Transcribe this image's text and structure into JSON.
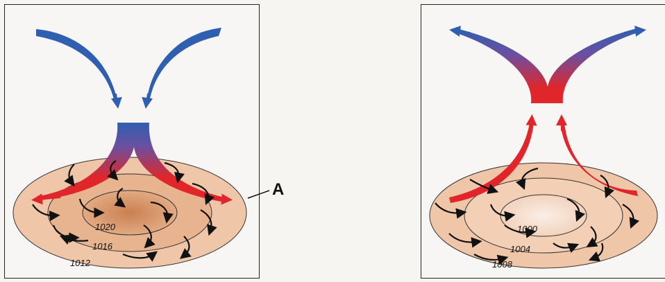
{
  "label": "A",
  "left_diagram": {
    "isobars": [
      "1020",
      "1016",
      "1012"
    ]
  },
  "right_diagram": {
    "isobars": [
      "1000",
      "1004",
      "1008"
    ]
  },
  "colors": {
    "cold_air": "#2f5fb0",
    "warm_air": "#e0262a",
    "surface_outer": "#efc6a8",
    "surface_high_core": "#cf8a5a",
    "surface_low_core": "#f6dccb",
    "wind_arrows": "#111111"
  }
}
